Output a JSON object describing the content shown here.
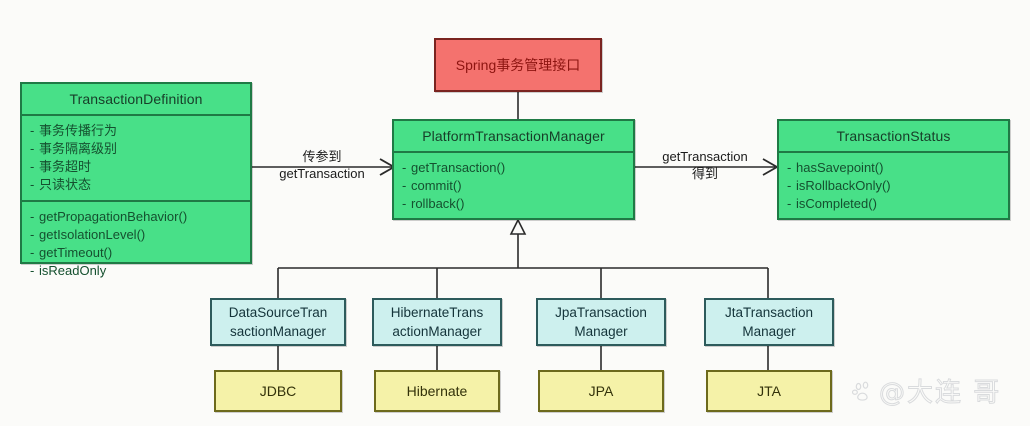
{
  "diagram": {
    "title": "Spring Transaction Management Interfaces",
    "colors": {
      "background": "#fbfbf9",
      "uml_fill": "#48e088",
      "uml_border": "#1f7a45",
      "note_fill": "#f4726e",
      "note_border": "#7a2420",
      "impl_fill": "#cdf0ee",
      "impl_border": "#2d5b5c",
      "tech_fill": "#f5f2a8",
      "tech_border": "#6d6a1c",
      "connector": "#2b2b2b"
    }
  },
  "note": {
    "label": "Spring事务管理接口"
  },
  "classes": {
    "transaction_definition": {
      "title": "TransactionDefinition",
      "attributes": [
        "事务传播行为",
        "事务隔离级别",
        "事务超时",
        "只读状态"
      ],
      "methods": [
        "getPropagationBehavior()",
        "getIsolationLevel()",
        "getTimeout()",
        "isReadOnly"
      ]
    },
    "platform_transaction_manager": {
      "title": "PlatformTransactionManager",
      "methods": [
        "getTransaction()",
        "commit()",
        "rollback()"
      ]
    },
    "transaction_status": {
      "title": "TransactionStatus",
      "methods": [
        "hasSavepoint()",
        "isRollbackOnly()",
        "isCompleted()"
      ]
    }
  },
  "edges": {
    "left": {
      "line1": "传参到",
      "line2": "getTransaction"
    },
    "right": {
      "line1": "getTransaction",
      "line2": "得到"
    }
  },
  "implementations": [
    {
      "line1": "DataSourceTran",
      "line2": "sactionManager",
      "tech": "JDBC"
    },
    {
      "line1": "HibernateTrans",
      "line2": "actionManager",
      "tech": "Hibernate"
    },
    {
      "line1": "JpaTransaction",
      "line2": "Manager",
      "tech": "JPA"
    },
    {
      "line1": "JtaTransaction",
      "line2": "Manager",
      "tech": "JTA"
    }
  ],
  "watermark": {
    "text": "@大连  哥"
  }
}
